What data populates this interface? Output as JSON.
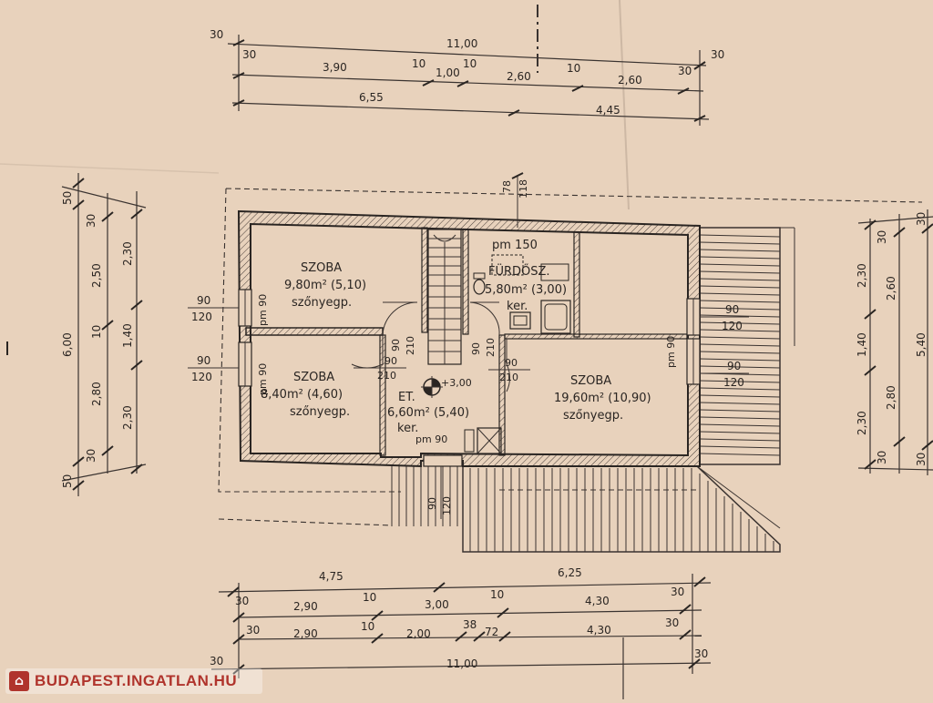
{
  "watermark": {
    "text": "BUDAPEST.INGATLAN.HU",
    "logo_color": "#b0342c"
  },
  "top_dims": {
    "row1": [
      "30",
      "11,00",
      "30"
    ],
    "row2": [
      "30",
      "3,90",
      "10",
      "1,00",
      "10",
      "2,60",
      "10",
      "2,60",
      "30"
    ],
    "row3": [
      "6,55",
      "4,45"
    ]
  },
  "bottom_dims": {
    "row1": [
      "4,75",
      "6,25"
    ],
    "row2": [
      "30",
      "2,90",
      "10",
      "3,00",
      "10",
      "4,30",
      "30"
    ],
    "row3": [
      "30",
      "2,90",
      "10",
      "2,00",
      "38",
      "72",
      "4,30",
      "30"
    ],
    "row4": [
      "30",
      "11,00",
      "30"
    ]
  },
  "left_dims": {
    "outer": [
      "50",
      "6,00",
      "50"
    ],
    "mid": [
      "30",
      "2,50",
      "10",
      "2,80",
      "30"
    ],
    "inner": [
      "2,30",
      "1,40",
      "2,30"
    ]
  },
  "right_dims": {
    "outer": [
      "30",
      "5,40",
      "30"
    ],
    "mid": [
      "30",
      "2,60",
      "2,80",
      "30"
    ],
    "inner": [
      "2,30",
      "1,40",
      "2,30"
    ]
  },
  "rooms": [
    {
      "name": "SZOBA",
      "area": "9,80m² (5,10)",
      "floor": "szőnyegp."
    },
    {
      "name": "SZOBA",
      "area": "8,40m² (4,60)",
      "floor": "szőnyegp."
    },
    {
      "name": "ET.",
      "area": "6,60m² (5,40)",
      "floor": "ker."
    },
    {
      "name": "FÜRDŐSZ.",
      "area": "5,80m² (3,00)",
      "floor": "ker."
    },
    {
      "name": "SZOBA",
      "area": "19,60m² (10,90)",
      "floor": "szőnyegp."
    }
  ],
  "openings": {
    "pm150": "pm 150",
    "pm90_left_top": "pm 90",
    "pm90_left_bottom": "pm 90",
    "pm90_right": "pm 90",
    "pm90_bottom": "pm 90",
    "w_left_top": [
      "90",
      "120"
    ],
    "w_left_bottom": [
      "90",
      "120"
    ],
    "w_right_top": [
      "90",
      "120"
    ],
    "w_right_bottom": [
      "90",
      "120"
    ],
    "w_bottom": [
      "90",
      "120"
    ],
    "w_top": [
      "78",
      "118"
    ],
    "door1": [
      "90",
      "210"
    ],
    "door2": [
      "90",
      "210"
    ],
    "door3": [
      "90",
      "210"
    ],
    "door4": [
      "90",
      "210"
    ]
  },
  "level": "+3,00"
}
